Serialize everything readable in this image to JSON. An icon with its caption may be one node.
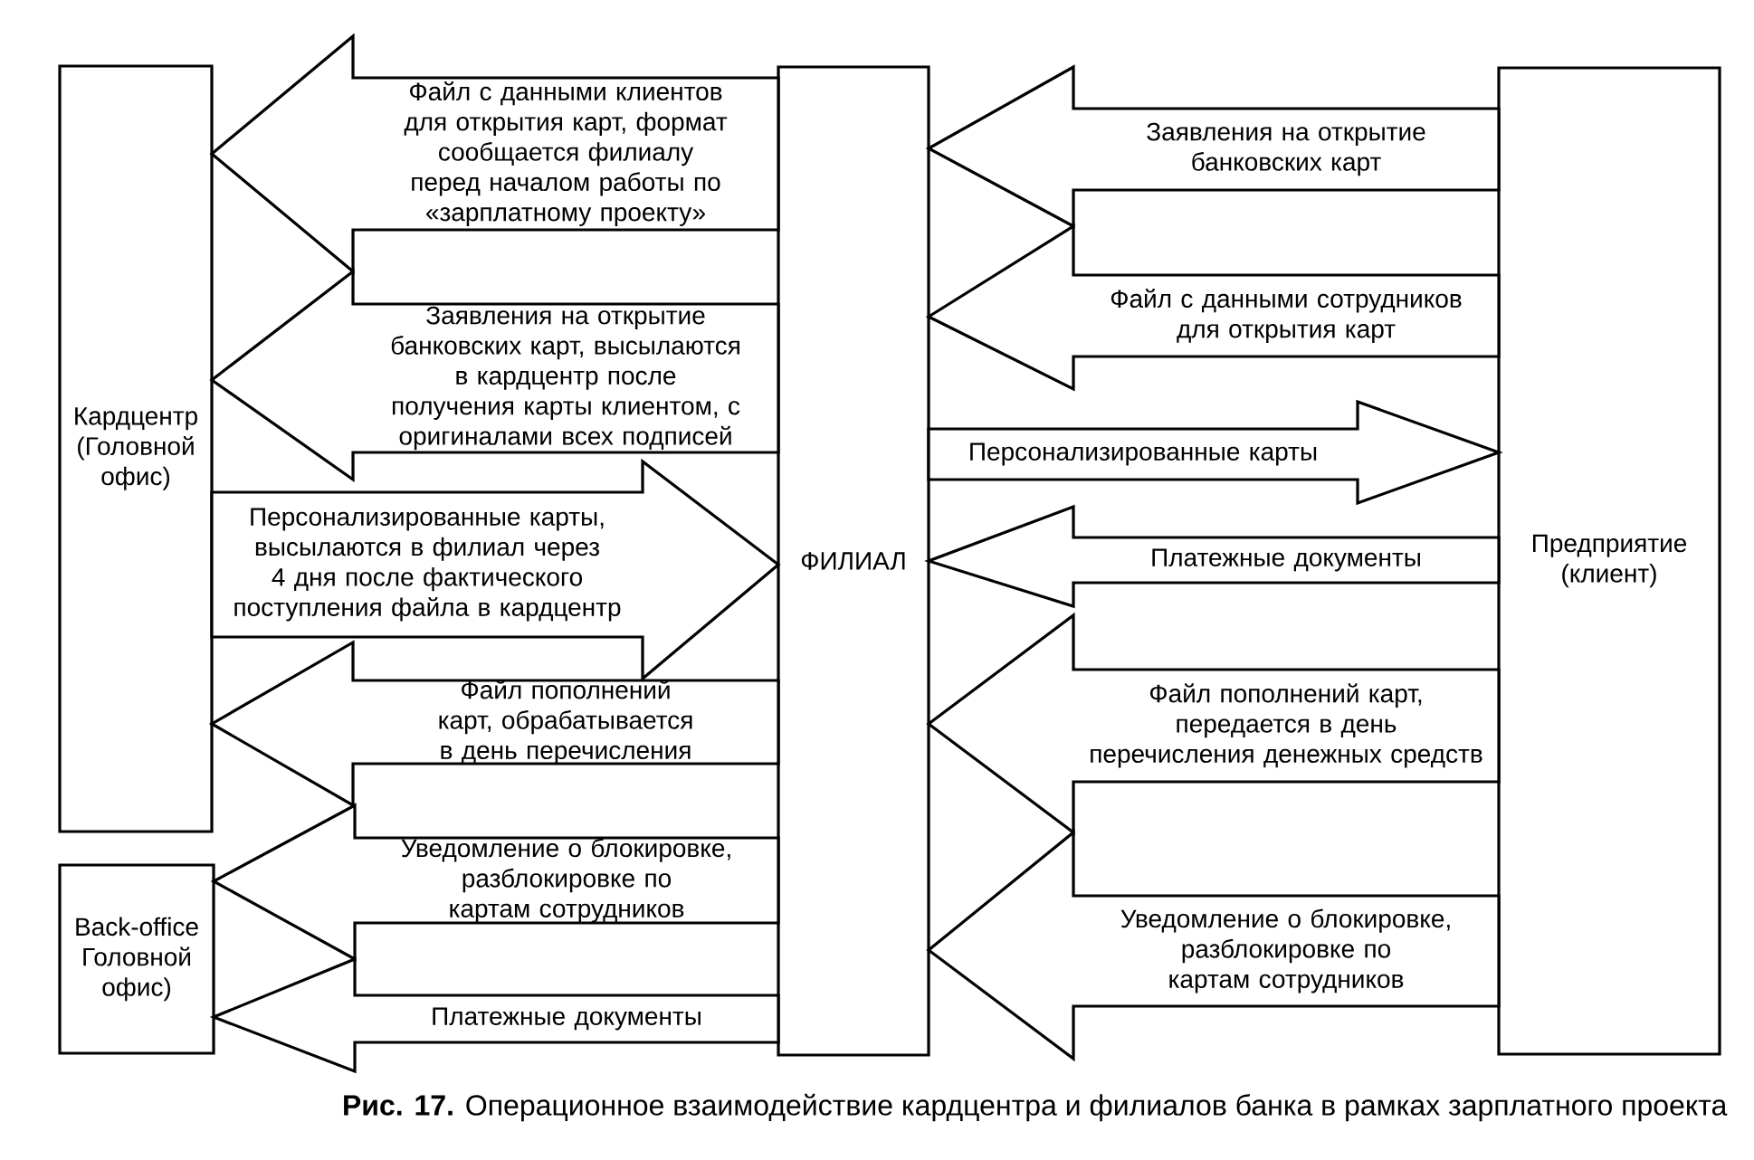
{
  "diagram": {
    "caption": "**Рис. 17.** Операционное взаимодействие кардцентра и филиалов банка в рамках зарплатного проекта",
    "nodes": [
      {
        "text": [
          "Кардцентр (Головной офис)"
        ]
      },
      {
        "text": [
          "Back-office Головной офис)"
        ]
      },
      {
        "text": [
          "ФИЛИАЛ"
        ]
      },
      {
        "text": [
          "Предприятие (клиент)"
        ]
      }
    ],
    "edges": [
      {
        "from": 2,
        "to": 0,
        "arrow": "to",
        "label": "Файл с данными клиентов для открытия карт, формат сообщается филиалу перед началом работы по «зарплатному проекту»"
      },
      {
        "from": 2,
        "to": 0,
        "arrow": "to",
        "label": "Заявления на открытие банковских карт, высылаются в кардцентр после получения карты клиентом, с оригиналами всех подписей"
      },
      {
        "from": 0,
        "to": 2,
        "arrow": "to",
        "label": "Персонализированные карты, высылаются в филиал через 4 дня после фактического поступления файла в кардцентр"
      },
      {
        "from": 2,
        "to": 0,
        "arrow": "to",
        "label": "Файл пополнений карт, обрабатывается в день перечисления"
      },
      {
        "from": 2,
        "to": 1,
        "arrow": "to",
        "label": "Уведомление о блокировке, разблокировке по картам сотрудников"
      },
      {
        "from": 2,
        "to": 1,
        "arrow": "to",
        "label": "Платежные документы"
      },
      {
        "from": 3,
        "to": 2,
        "arrow": "to",
        "label": "Заявления на открытие банковских карт"
      },
      {
        "from": 3,
        "to": 2,
        "arrow": "to",
        "label": "Файл с данными сотрудников для открытия карт"
      },
      {
        "from": 2,
        "to": 3,
        "arrow": "to",
        "label": "Персонализированные карты"
      },
      {
        "from": 3,
        "to": 2,
        "arrow": "to",
        "label": "Платежные документы"
      },
      {
        "from": 3,
        "to": 2,
        "arrow": "to",
        "label": "Файл пополнений карт, передается в день перечисления денежных средств"
      },
      {
        "from": 3,
        "to": 2,
        "arrow": "to",
        "label": "Уведомление о блокировке, разблокировке по картам сотрудников"
      }
    ]
  }
}
